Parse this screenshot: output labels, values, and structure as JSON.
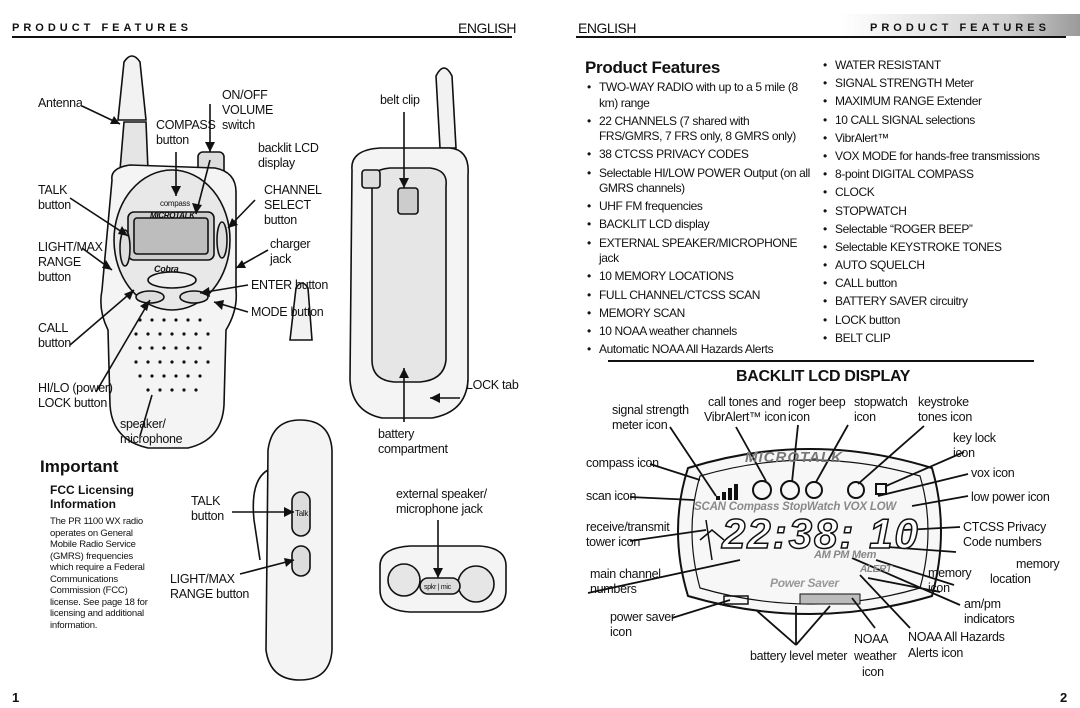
{
  "left_page": {
    "header": "PRODUCT FEATURES",
    "language": "ENGLISH",
    "page_number": "1",
    "labels": {
      "antenna": "Antenna",
      "on_off": "ON/OFF",
      "volume": "VOLUME",
      "switch": "switch",
      "compass": "COMPASS",
      "compass_button": "button",
      "backlit_lcd": "backlit LCD",
      "display": "display",
      "talk": "TALK",
      "talk_button": "button",
      "channel": "CHANNEL",
      "select": "SELECT",
      "select_button": "button",
      "light_max": "LIGHT/MAX",
      "range": "RANGE",
      "range_button": "button",
      "charger": "charger",
      "jack": "jack",
      "enter_button": "ENTER button",
      "mode_button": "MODE button",
      "call": "CALL",
      "call_button": "button",
      "hilo": "HI/LO (power)",
      "lock_button": "LOCK button",
      "speaker": "speaker/",
      "microphone": "microphone",
      "belt_clip": "belt clip",
      "lock_tab": "LOCK tab",
      "battery": "battery",
      "compartment": "compartment",
      "talk2": "TALK",
      "talk2_button": "button",
      "light_max2": "LIGHT/MAX",
      "range_button2": "RANGE button",
      "ext_speaker": "external speaker/",
      "mic_jack": "microphone jack"
    },
    "device_text": {
      "compass": "compass",
      "brand": "MICROTALK",
      "cobra": "Cobra",
      "talk_side": "Talk",
      "spkr_mic": "spkr | mic"
    },
    "important": {
      "title": "Important",
      "subtitle_line1": "FCC Licensing",
      "subtitle_line2": "Information",
      "body": "The PR 1100 WX radio operates on General Mobile Radio Service (GMRS) frequencies which require a Federal Communications Commission (FCC) license. See page 18 for licensing and additional information."
    }
  },
  "right_page": {
    "header": "PRODUCT FEATURES",
    "language": "ENGLISH",
    "page_number": "2",
    "features_title": "Product Features",
    "features_col1": [
      "TWO-WAY RADIO with up to a 5 mile (8 km) range",
      "22 CHANNELS (7 shared with FRS/GMRS, 7 FRS only, 8 GMRS only)",
      "38 CTCSS PRIVACY CODES",
      "Selectable HI/LOW POWER Output (on all GMRS channels)",
      "UHF FM frequencies",
      "BACKLIT LCD display",
      "EXTERNAL SPEAKER/MICROPHONE jack",
      "10 MEMORY LOCATIONS",
      "FULL CHANNEL/CTCSS SCAN",
      "MEMORY SCAN",
      "10 NOAA weather channels",
      "Automatic NOAA All Hazards Alerts"
    ],
    "features_col2": [
      "WATER RESISTANT",
      "SIGNAL STRENGTH Meter",
      "MAXIMUM RANGE Extender",
      "10 CALL SIGNAL selections",
      "VibrAlert™",
      "VOX MODE for hands-free transmissions",
      "8-point DIGITAL COMPASS",
      "CLOCK",
      "STOPWATCH",
      "Selectable “ROGER BEEP”",
      "Selectable KEYSTROKE TONES",
      "AUTO SQUELCH",
      "CALL button",
      "BATTERY SAVER circuitry",
      "LOCK button",
      "BELT CLIP"
    ],
    "lcd_title": "BACKLIT LCD DISPLAY",
    "lcd_labels": {
      "signal_strength": "signal strength",
      "meter_icon": "meter icon",
      "call_tones": "call tones and",
      "vibralert_icon": "VibrAlert™ icon",
      "roger_beep": "roger beep",
      "roger_icon": "icon",
      "stopwatch": "stopwatch",
      "stopwatch_icon": "icon",
      "keystroke": "keystroke",
      "tones_icon": "tones icon",
      "key_lock": "key lock",
      "key_lock_icon": "icon",
      "compass_icon": "compass icon",
      "vox_icon": "vox icon",
      "scan_icon": "scan icon",
      "low_power_icon": "low power icon",
      "receive_transmit": "receive/transmit",
      "tower_icon": "tower icon",
      "ctcss_privacy": "CTCSS Privacy",
      "code_numbers": "Code numbers",
      "main_channel": "main channel",
      "numbers": "numbers",
      "memory": "memory",
      "memory_location": "memory",
      "location": "location",
      "memory_icon": "icon",
      "power_saver": "power saver",
      "power_saver_icon": "icon",
      "am_pm": "am/pm",
      "indicators": "indicators",
      "battery_level": "battery level meter",
      "noaa": "NOAA",
      "weather": "weather",
      "weather_icon": "icon",
      "noaa_hazards": "NOAA All Hazards",
      "alerts_icon": "Alerts icon"
    },
    "lcd_screen_text": {
      "brand": "MICROTALK",
      "scan_row": "SCAN Compass StopWatch VOX LOW",
      "digits": "22:38: 10",
      "am_pm_mem": "AM PM Mem",
      "alert": "ALERT",
      "power_saver": "Power Saver"
    }
  }
}
